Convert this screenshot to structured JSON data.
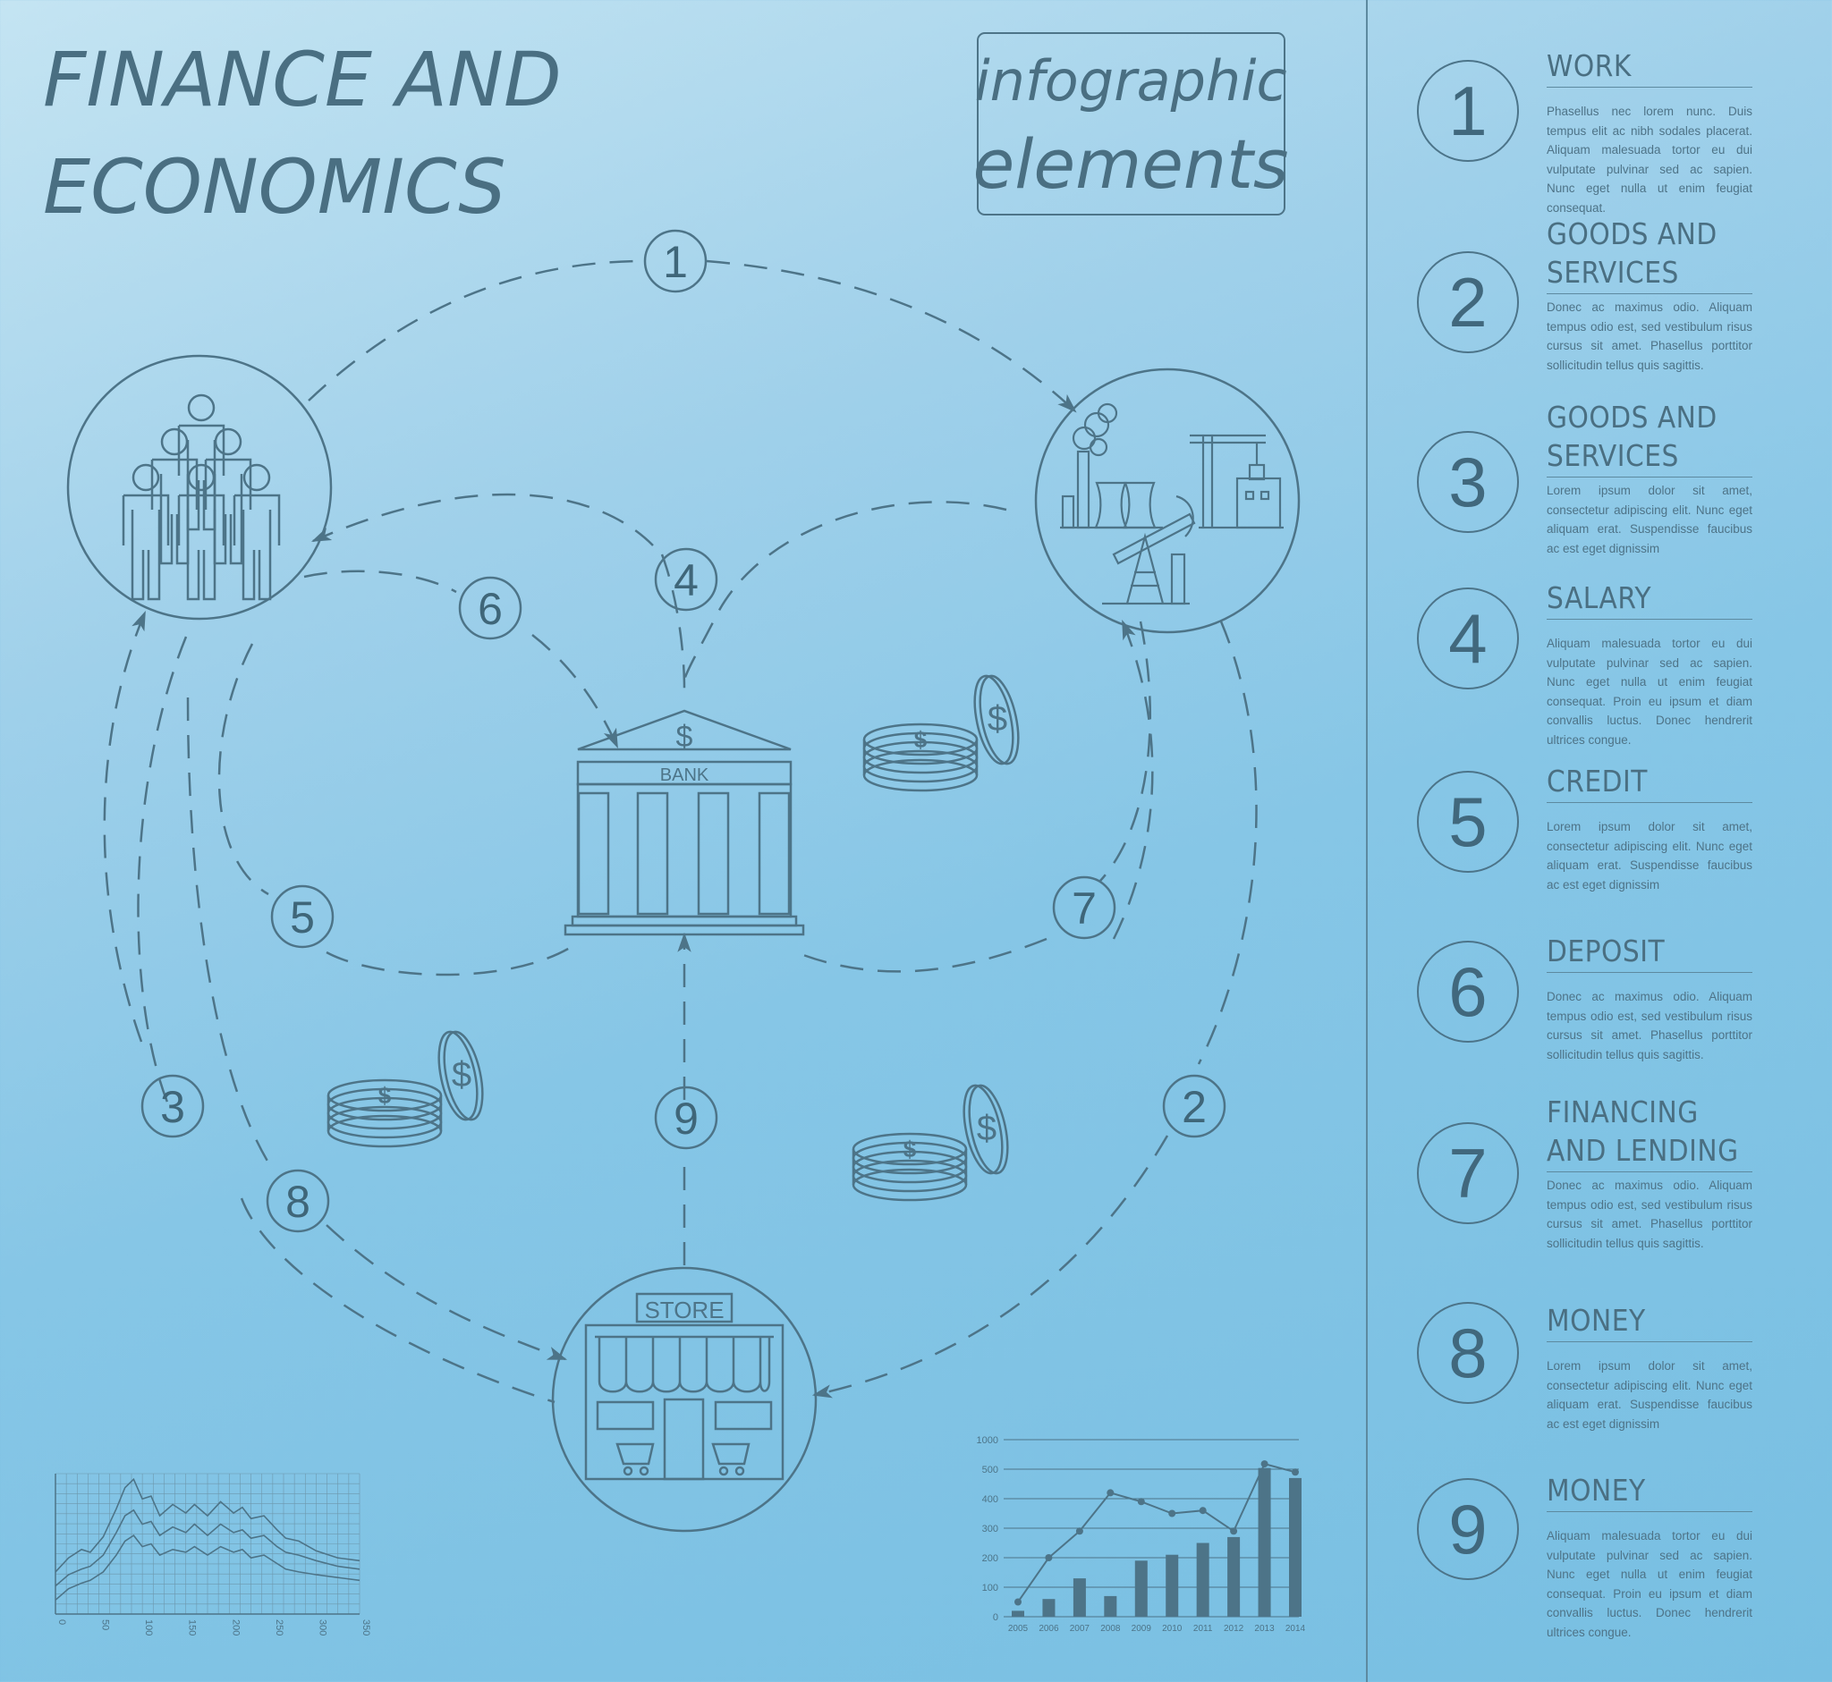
{
  "title": {
    "line1": "FINANCE AND",
    "line2": "ECONOMICS"
  },
  "badge": {
    "line1": "infographic",
    "line2": "elements"
  },
  "nodes": {
    "bank": "BANK",
    "bank_symbol": "$",
    "store": "STORE"
  },
  "flow_numbers": [
    "1",
    "2",
    "3",
    "4",
    "5",
    "6",
    "7",
    "8",
    "9"
  ],
  "colors": {
    "line": "#4d7488",
    "bg_top": "#c4e4f2",
    "bg_bottom": "#78bfe2"
  },
  "legend": [
    {
      "num": "1",
      "title": "WORK",
      "text": "Phasellus nec lorem nunc. Duis tempus elit ac nibh sodales placerat. Aliquam malesuada tortor eu dui vulputate pulvinar sed ac sapien. Nunc eget nulla ut enim feugiat consequat."
    },
    {
      "num": "2",
      "title": "GOODS AND SERVICES",
      "text": "Donec ac maximus odio. Aliquam tempus odio est, sed vestibulum risus cursus sit amet. Phasellus porttitor sollicitudin tellus quis sagittis."
    },
    {
      "num": "3",
      "title": "GOODS AND SERVICES",
      "text": "Lorem ipsum dolor sit amet, consectetur adipiscing elit. Nunc eget aliquam erat. Suspendisse faucibus ac est eget dignissim"
    },
    {
      "num": "4",
      "title": "SALARY",
      "text": "Aliquam malesuada tortor eu dui vulputate pulvinar sed ac sapien. Nunc eget nulla ut enim feugiat consequat. Proin eu ipsum et diam convallis luctus. Donec hendrerit ultrices congue."
    },
    {
      "num": "5",
      "title": "CREDIT",
      "text": "Lorem ipsum dolor sit amet, consectetur adipiscing elit. Nunc eget aliquam erat. Suspendisse faucibus ac est eget dignissim"
    },
    {
      "num": "6",
      "title": "DEPOSIT",
      "text": "Donec ac maximus odio. Aliquam tempus odio est, sed vestibulum risus cursus sit amet. Phasellus porttitor sollicitudin tellus quis sagittis."
    },
    {
      "num": "7",
      "title": "FINANCING AND LENDING",
      "text": "Donec ac maximus odio. Aliquam tempus odio est, sed vestibulum risus cursus sit amet. Phasellus porttitor sollicitudin tellus quis sagittis."
    },
    {
      "num": "8",
      "title": "MONEY",
      "text": "Lorem ipsum dolor sit amet, consectetur adipiscing elit. Nunc eget aliquam erat. Suspendisse faucibus ac est eget dignissim"
    },
    {
      "num": "9",
      "title": "MONEY",
      "text": "Aliquam malesuada tortor eu dui vulputate pulvinar sed ac sapien. Nunc eget nulla ut enim feugiat consequat. Proin eu ipsum et diam convallis luctus. Donec hendrerit ultrices congue."
    }
  ],
  "chart_data": [
    {
      "type": "line",
      "x_ticks": [
        "0",
        "50",
        "100",
        "150",
        "200",
        "250",
        "300",
        "350"
      ],
      "xlim": [
        0,
        350
      ],
      "ylim": [
        0,
        100
      ],
      "series": [
        {
          "x": [
            0,
            15,
            30,
            40,
            55,
            70,
            80,
            90,
            100,
            110,
            120,
            135,
            150,
            160,
            175,
            190,
            205,
            215,
            225,
            240,
            255,
            265,
            280,
            300,
            325,
            350
          ],
          "values": [
            30,
            40,
            46,
            44,
            55,
            75,
            90,
            96,
            82,
            84,
            70,
            78,
            72,
            78,
            70,
            80,
            72,
            76,
            68,
            70,
            60,
            54,
            52,
            45,
            40,
            38
          ]
        },
        {
          "x": [
            0,
            15,
            30,
            40,
            55,
            70,
            80,
            90,
            100,
            110,
            120,
            135,
            150,
            160,
            175,
            190,
            205,
            215,
            225,
            240,
            255,
            265,
            280,
            300,
            325,
            350
          ],
          "values": [
            20,
            28,
            32,
            34,
            42,
            58,
            70,
            74,
            64,
            66,
            56,
            62,
            58,
            64,
            56,
            64,
            58,
            60,
            54,
            56,
            48,
            44,
            42,
            38,
            34,
            32
          ]
        },
        {
          "x": [
            0,
            15,
            30,
            40,
            55,
            70,
            80,
            90,
            100,
            110,
            120,
            135,
            150,
            160,
            175,
            190,
            205,
            215,
            225,
            240,
            255,
            265,
            280,
            300,
            325,
            350
          ],
          "values": [
            10,
            18,
            22,
            24,
            30,
            42,
            52,
            56,
            48,
            50,
            42,
            46,
            44,
            48,
            42,
            48,
            44,
            46,
            40,
            42,
            36,
            32,
            30,
            28,
            26,
            24
          ]
        }
      ]
    },
    {
      "type": "bar",
      "categories": [
        "2005",
        "2006",
        "2007",
        "2008",
        "2009",
        "2010",
        "2011",
        "2012",
        "2013",
        "2014"
      ],
      "y_ticks": [
        0,
        100,
        200,
        300,
        400,
        500,
        1000
      ],
      "series": [
        {
          "name": "bars",
          "values": [
            20,
            60,
            130,
            70,
            190,
            210,
            250,
            270,
            520,
            470
          ]
        },
        {
          "name": "line",
          "values": [
            50,
            200,
            290,
            420,
            390,
            350,
            360,
            290,
            590,
            490
          ]
        }
      ]
    }
  ]
}
